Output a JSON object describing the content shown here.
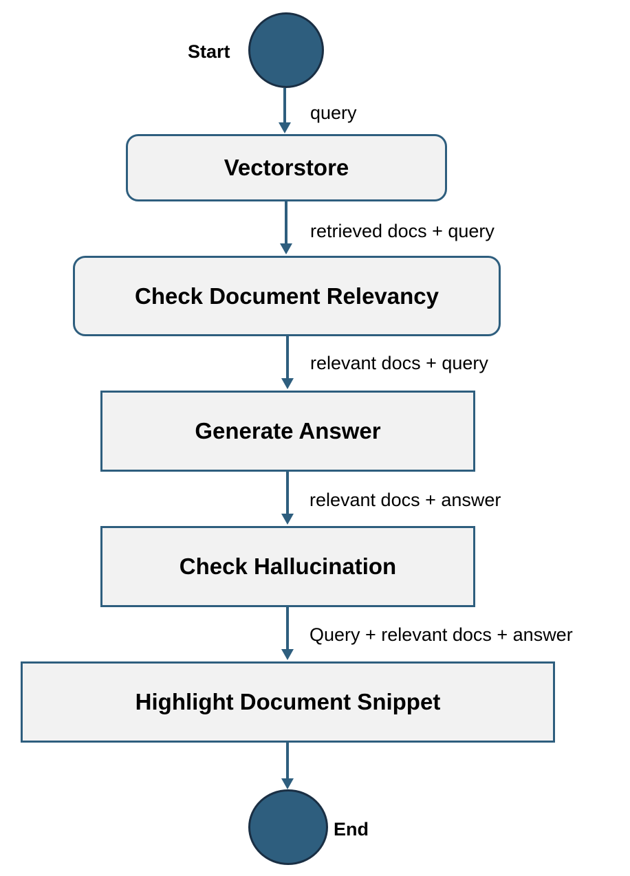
{
  "diagram": {
    "start_label": "Start",
    "end_label": "End",
    "nodes": [
      {
        "label": "Vectorstore"
      },
      {
        "label": "Check Document Relevancy"
      },
      {
        "label": "Generate Answer"
      },
      {
        "label": "Check Hallucination"
      },
      {
        "label": "Highlight Document Snippet"
      }
    ],
    "edges": [
      {
        "label": "query"
      },
      {
        "label": "retrieved docs + query"
      },
      {
        "label": "relevant docs + query"
      },
      {
        "label": "relevant docs + answer"
      },
      {
        "label": "Query + relevant docs + answer"
      },
      {
        "label": ""
      }
    ],
    "colors": {
      "node_fill": "#f2f2f2",
      "accent": "#2e5e7e",
      "circle_fill": "#2e5e7e"
    }
  }
}
